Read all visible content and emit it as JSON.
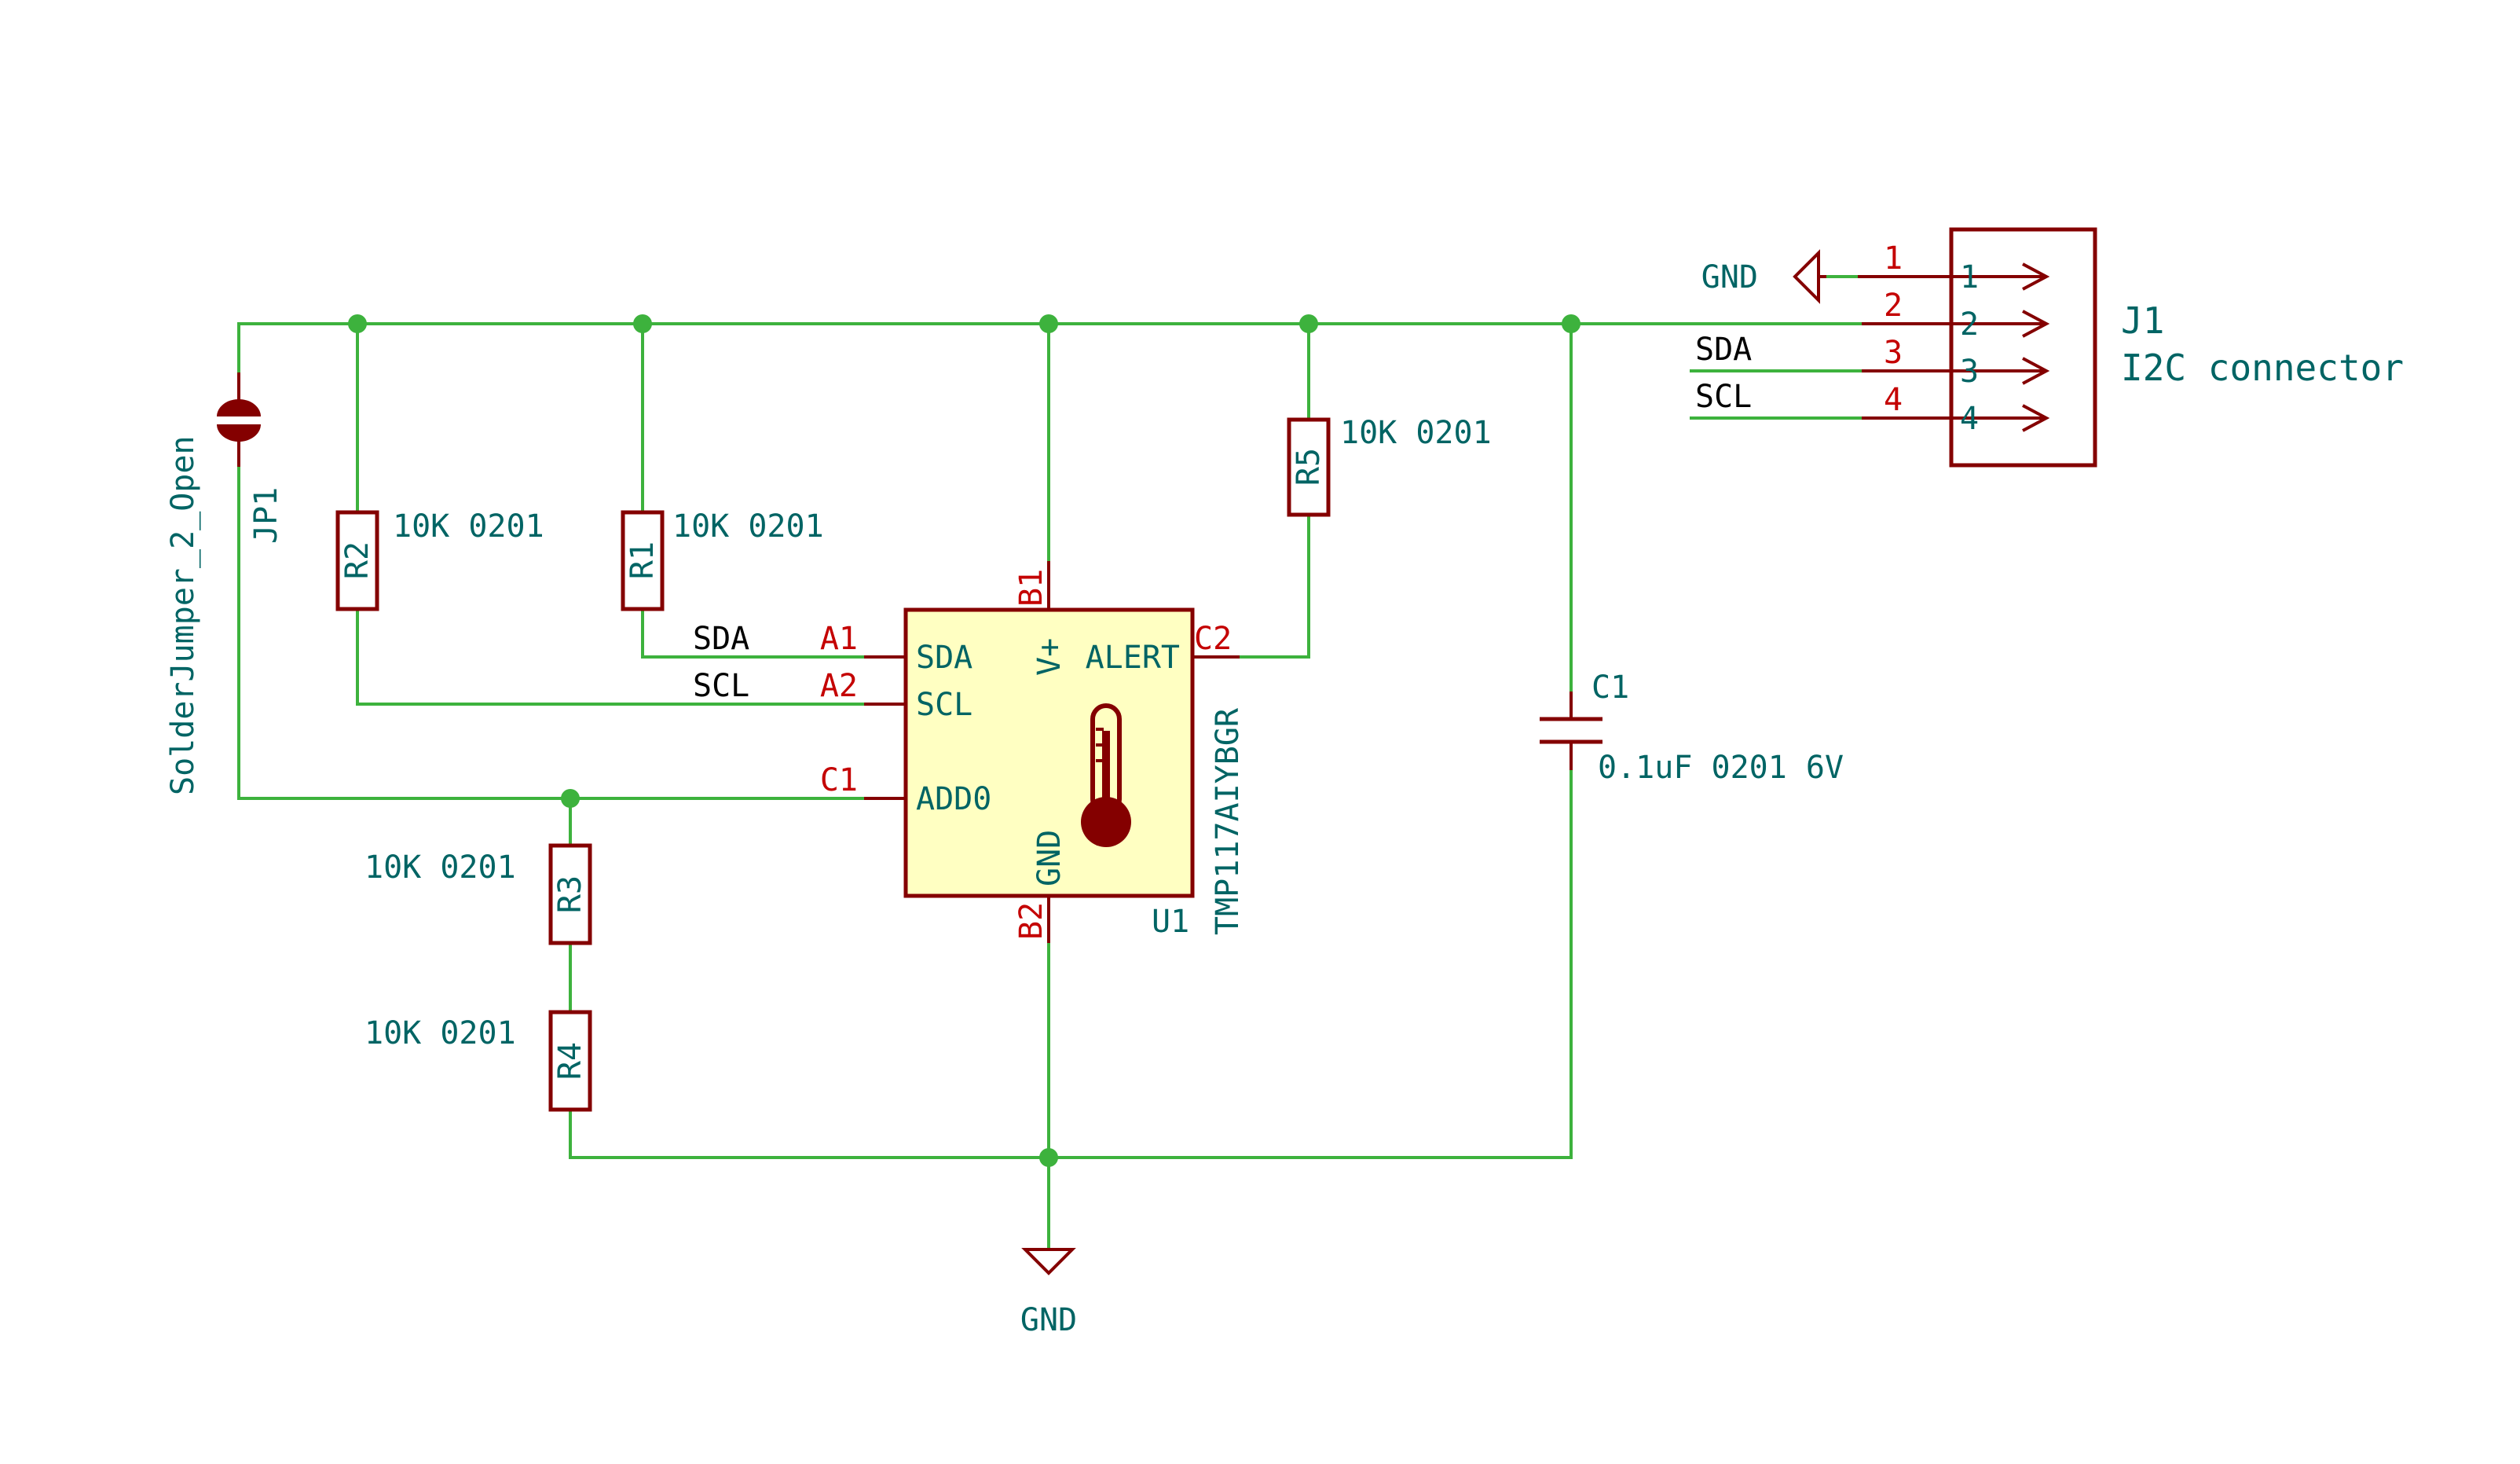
{
  "colors": {
    "wire": "#3db23d",
    "component": "#840000",
    "text": "#006464",
    "pin_number": "#c40000",
    "net_label": "#000000",
    "ic_fill": "#ffffc2"
  },
  "power": {
    "gnd_bottom": "GND",
    "gnd_connector": "GND"
  },
  "nets": {
    "sda_left": "SDA",
    "scl_left": "SCL",
    "sda_right": "SDA",
    "scl_right": "SCL"
  },
  "jp1": {
    "ref": "JP1",
    "value": "SolderJumper_2_Open"
  },
  "r1": {
    "ref": "R1",
    "value": "10K 0201"
  },
  "r2": {
    "ref": "R2",
    "value": "10K 0201"
  },
  "r3": {
    "ref": "R3",
    "value": "10K 0201"
  },
  "r4": {
    "ref": "R4",
    "value": "10K 0201"
  },
  "r5": {
    "ref": "R5",
    "value": "10K 0201"
  },
  "c1": {
    "ref": "C1",
    "value": "0.1uF 0201 6V"
  },
  "u1": {
    "ref": "U1",
    "value": "TMP117AIYBGR",
    "icon": "thermometer-icon",
    "pins": {
      "a1": {
        "num": "A1",
        "name": "SDA"
      },
      "a2": {
        "num": "A2",
        "name": "SCL"
      },
      "c1": {
        "num": "C1",
        "name": "ADD0"
      },
      "c2": {
        "num": "C2",
        "name": "ALERT"
      },
      "b1": {
        "num": "B1",
        "name": "V+"
      },
      "b2": {
        "num": "B2",
        "name": "GND"
      }
    }
  },
  "j1": {
    "ref": "J1",
    "value": "I2C connector",
    "pins": [
      {
        "num": "1",
        "name": "1"
      },
      {
        "num": "2",
        "name": "2"
      },
      {
        "num": "3",
        "name": "3"
      },
      {
        "num": "4",
        "name": "4"
      }
    ]
  }
}
